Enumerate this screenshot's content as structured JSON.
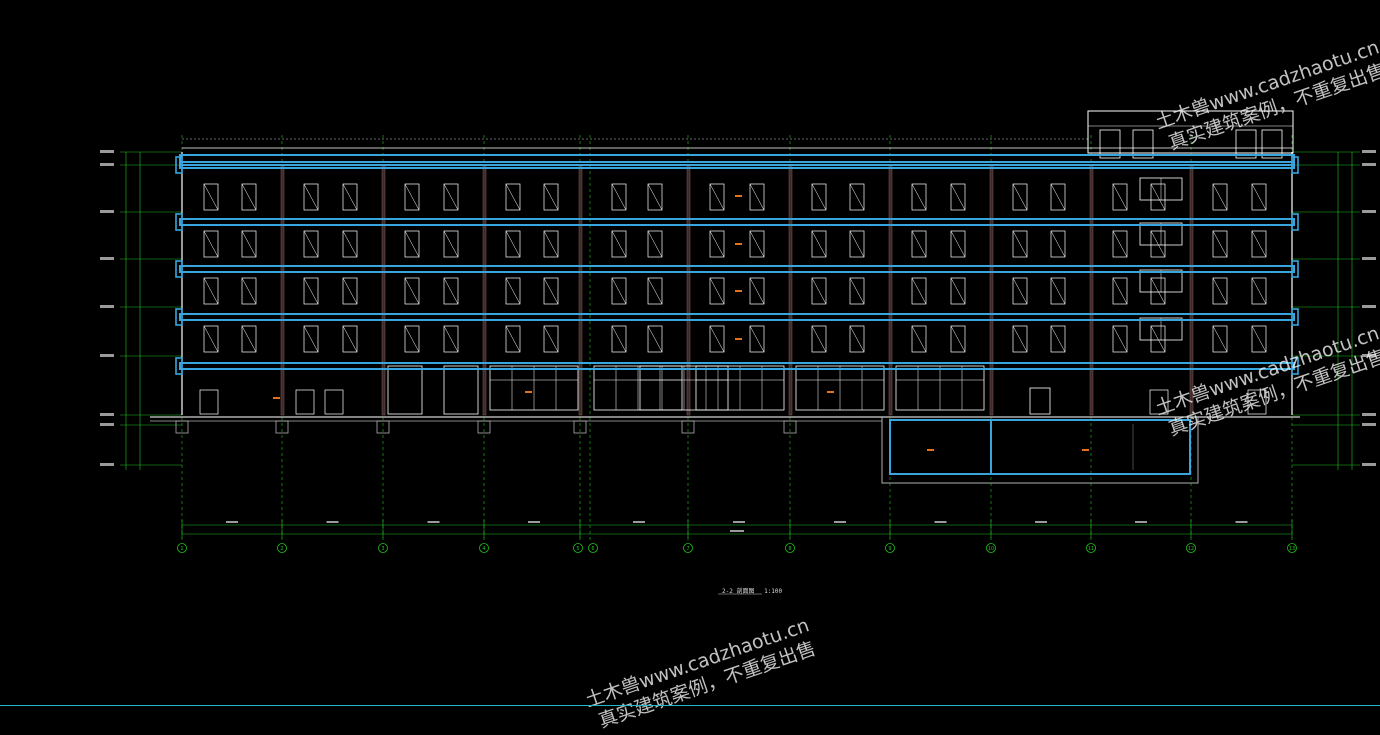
{
  "drawing": {
    "section_title": "2-2 剖面图",
    "section_scale": "1:100",
    "axis_labels": [
      "1",
      "2",
      "3",
      "4",
      "5",
      "6",
      "7",
      "8",
      "9",
      "10",
      "11",
      "12",
      "13"
    ],
    "watermark": {
      "line1": "土木兽www.cadzhaotu.cn",
      "line2": "真实建筑案例，不重复出售"
    },
    "colors": {
      "background": "#000000",
      "slab": "#38a6dc",
      "wall": "#ffffff",
      "grid": "#22c21f",
      "dimension": "#22c21f",
      "label": "#e8701a",
      "foundation": "#b0b0b0"
    }
  }
}
